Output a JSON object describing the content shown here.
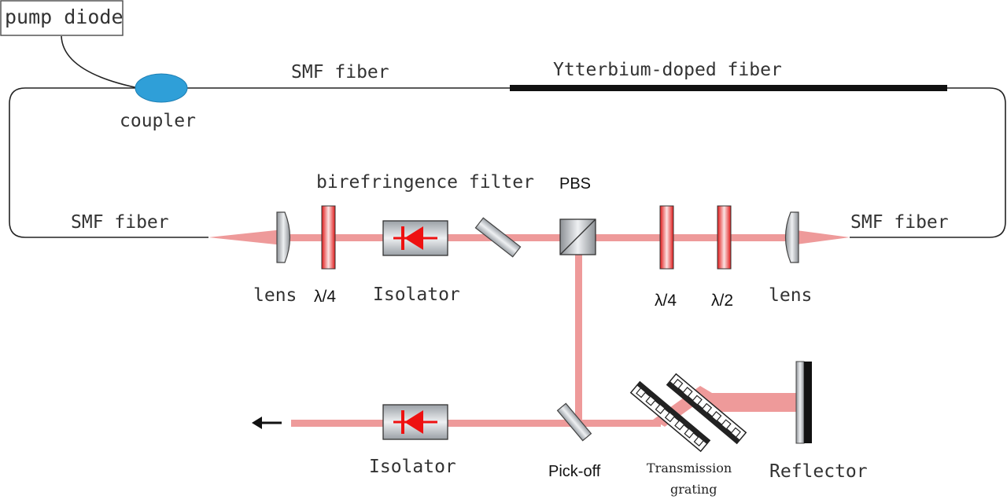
{
  "labels": {
    "pump_diode": "pump diode",
    "coupler": "coupler",
    "smf_fiber_top": "SMF fiber",
    "ytterbium_fiber": "Ytterbium-doped fiber",
    "smf_fiber_left": "SMF fiber",
    "smf_fiber_right": "SMF fiber",
    "birefringence_filter": "birefringence filter",
    "pbs": "PBS",
    "lens_left": "lens",
    "quarter_wave_left": "λ/4",
    "isolator_top": "Isolator",
    "quarter_wave_right": "λ/4",
    "half_wave": "λ/2",
    "lens_right": "lens",
    "isolator_bottom": "Isolator",
    "pick_off": "Pick-off",
    "transmission_line1": "Transmission",
    "transmission_line2": "grating",
    "reflector": "Reflector"
  },
  "colors": {
    "beam": "#ee9a9a",
    "waveplate": "#e02020",
    "isolator_arrow": "#ee1111",
    "coupler": "#2f9fd8",
    "fiber": "#111111"
  }
}
